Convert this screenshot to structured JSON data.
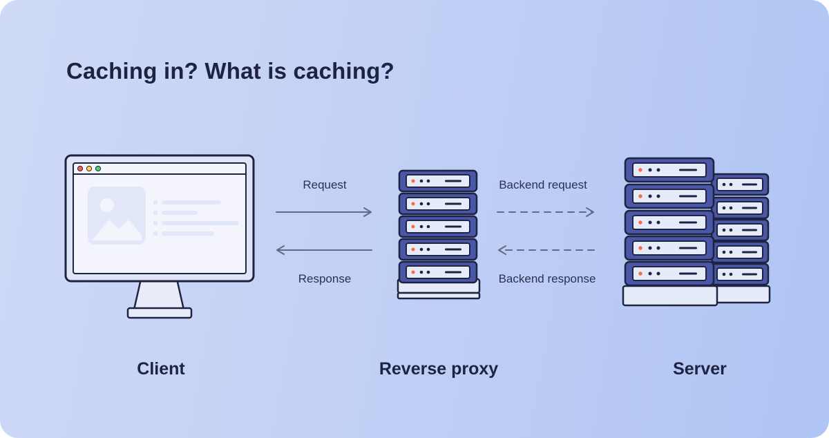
{
  "title": "Caching in? What is caching?",
  "nodes": {
    "client": "Client",
    "proxy": "Reverse proxy",
    "server": "Server"
  },
  "arrows": {
    "request": "Request",
    "response": "Response",
    "backend_request": "Backend request",
    "backend_response": "Backend response"
  },
  "colors": {
    "background_start": "#cfdaf6",
    "background_end": "#b0c5f4",
    "outline": "#1d2340",
    "server_unit": "#4a57a6",
    "server_slot": "#e6ebfa",
    "led": "#ff6a3d",
    "screen_placeholder": "#e4e8fb",
    "arrow": "#636a84"
  }
}
